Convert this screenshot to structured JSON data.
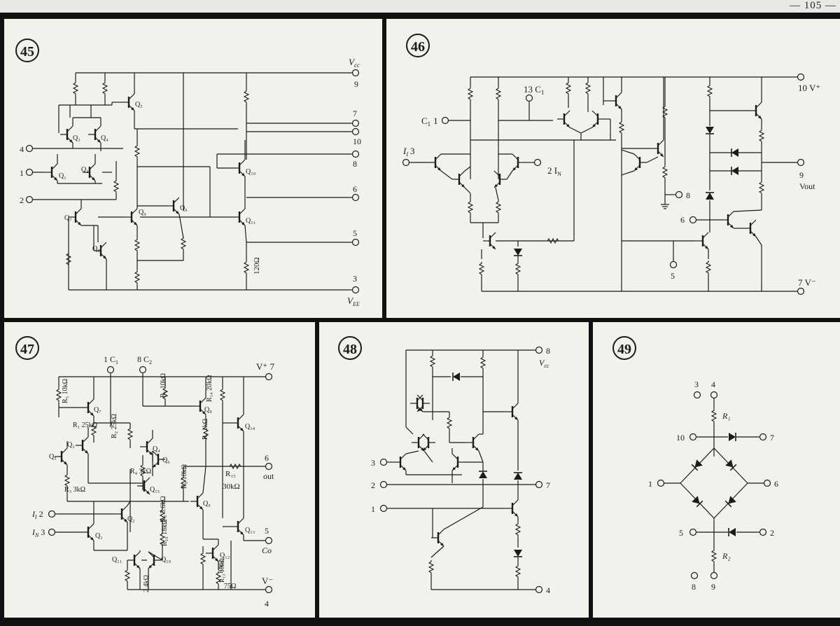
{
  "page_number": "— 105 —",
  "colors": {
    "ink": "#1b1b1b",
    "paper": "#f2f1ec",
    "frame": "#111111",
    "background": "#e9e8e3"
  },
  "panels": {
    "p45": {
      "number": "45",
      "labels": {
        "vcc": "V",
        "vcc_sub": "cc",
        "vee": "V",
        "vee_sub": "EE",
        "pins": [
          "9",
          "7",
          "10",
          "8",
          "6",
          "5",
          "4",
          "1",
          "2",
          "3"
        ],
        "transistors": [
          "Q₅",
          "Q₃",
          "Q₄",
          "Q₁",
          "Q₂",
          "Q₁₀",
          "Q₆",
          "Q₇",
          "Q₉",
          "Q₁₁",
          "Q₈"
        ],
        "r_value": "120Ω"
      }
    },
    "p46": {
      "number": "46",
      "labels": {
        "c1_pin": "13 C",
        "c1_sub": "1",
        "c1_in": "C",
        "c1_in_sub": "1",
        "c1_in_num": "1",
        "ii_pin": "I",
        "ii_sub": "I",
        "ii_num": "3",
        "in_pin": "2 I",
        "in_sub": "N",
        "vplus": "10 V⁺",
        "vout_num": "9",
        "vout": "Vout",
        "pin8": "8",
        "pin6": "6",
        "pin5": "5",
        "vminus": "7 V⁻"
      }
    },
    "p47": {
      "number": "47",
      "labels": {
        "c1": "1 C",
        "c1_sub": "1",
        "c2": "8 C",
        "c2_sub": "2",
        "vplus": "V⁺ 7",
        "out_num": "6",
        "out": "out",
        "co_num": "5",
        "co": "Co",
        "vminus": "V⁻",
        "vminus_num": "4",
        "i2": "I",
        "i2_sub": "I",
        "i2_num": "2",
        "in3": "I",
        "in3_sub": "N",
        "in3_num": "3",
        "r5": "R₅ 10kΩ",
        "r1": "R₁ 25kΩ",
        "r3": "R₃ 3kΩ",
        "r2": "R₂ 25kΩ",
        "r4": "R₄ 3kΩ",
        "r6": "R₆ 10kΩ",
        "r7": "R₇ 1kΩ",
        "r14": "R₁₄ 20kΩ",
        "r9": "R₉ 10kΩ",
        "r15": "R₁₅",
        "r15_val": "30kΩ",
        "r8": "R₈ 3.6kΩ",
        "r10": "R₁₀ 18kΩ",
        "r11": "2.4kΩ",
        "r12": "10kΩ",
        "r13": "R₁₃ 10kΩ",
        "r75": "75Ω",
        "transistors": [
          "Q₇",
          "Q₃",
          "Q₅",
          "Q₄",
          "Q₆",
          "Q₁₅",
          "Q₈",
          "Q₁₄",
          "Q₉",
          "Q₂",
          "Q₁",
          "Q₁₃",
          "Q₁₁",
          "Q₁₀",
          "Q₁₂"
        ]
      }
    },
    "p48": {
      "number": "48",
      "labels": {
        "vcc_num": "8",
        "vcc": "V",
        "vcc_sub": "cc",
        "pin3": "3",
        "pin2": "2",
        "pin1": "1",
        "pin7": "7",
        "pin4": "4"
      }
    },
    "p49": {
      "number": "49",
      "labels": {
        "pin3": "3",
        "pin4": "4",
        "r1": "R₁",
        "pin10": "10",
        "pin7": "7",
        "pin1": "1",
        "pin6": "6",
        "pin5": "5",
        "pin2": "2",
        "r2": "R₂",
        "pin8": "8",
        "pin9": "9"
      }
    }
  }
}
